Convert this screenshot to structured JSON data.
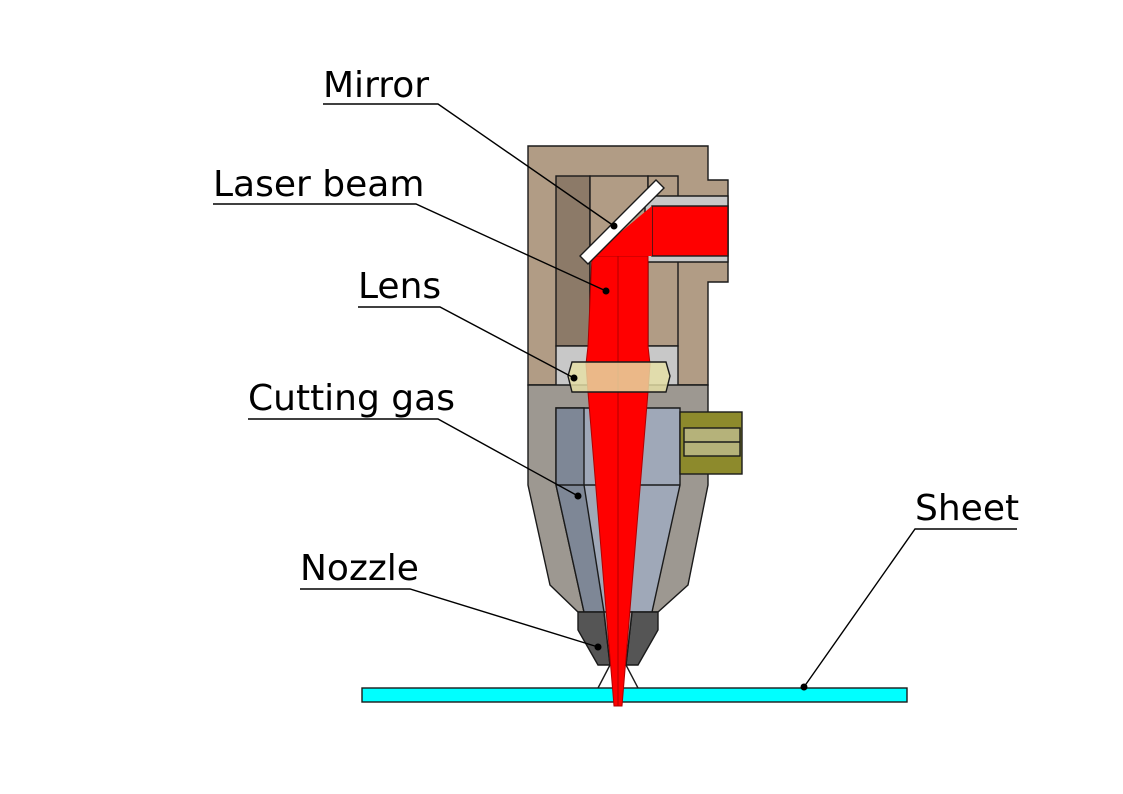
{
  "labels": {
    "mirror": "Mirror",
    "laser_beam": "Laser beam",
    "lens": "Lens",
    "cutting_gas": "Cutting gas",
    "nozzle": "Nozzle",
    "sheet": "Sheet"
  },
  "colors": {
    "housing": "#b19c85",
    "housing_dark": "#8c7a68",
    "lower_body": "#9d9891",
    "gas_chamber": "#9fa8b8",
    "gas_chamber_dark": "#7e8796",
    "nozzle": "#555555",
    "beam": "#ff0000",
    "lens": "#e6e0a6",
    "fitting": "#8d8a2c",
    "sheet": "#00ffff",
    "port": "#c8c8c8"
  }
}
